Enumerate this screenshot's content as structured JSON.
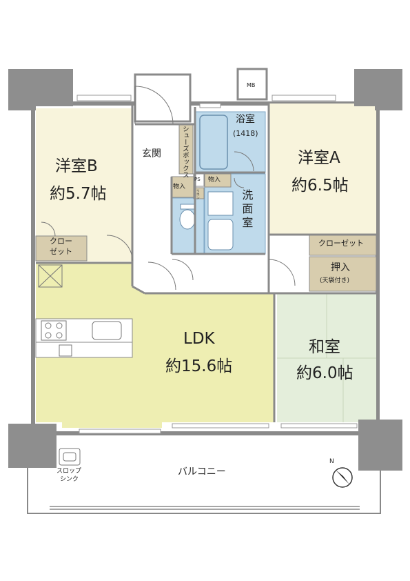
{
  "colors": {
    "western_room": "#f8f4dc",
    "ldk": "#eeeeb2",
    "japanese_room": "#e4eedb",
    "wet_area": "#bfdaeb",
    "storage": "#d8cdae",
    "wall": "#8a8a8a",
    "pillar": "#8e8e8e"
  },
  "rooms": {
    "western_b": {
      "name": "洋室B",
      "size": "約5.7帖"
    },
    "western_a": {
      "name": "洋室A",
      "size": "約6.5帖"
    },
    "ldk": {
      "name": "LDK",
      "size": "約15.6帖"
    },
    "japanese": {
      "name": "和室",
      "size": "約6.0帖"
    },
    "entrance": {
      "name": "玄関"
    },
    "bath": {
      "name": "浴室",
      "spec": "(1418)"
    },
    "washroom": {
      "name": "洗面室"
    },
    "balcony": {
      "name": "バルコニー"
    }
  },
  "storage": {
    "closet_b_line1": "クロー",
    "closet_b_line2": "ゼット",
    "closet_a": "クローゼット",
    "oshiire_line1": "押入",
    "oshiire_line2": "(天袋付き)",
    "shoe_box": "シューズボックス",
    "monoire_1": "物入",
    "monoire_2": "物入",
    "ps": "PS",
    "linen": "リネン",
    "mb": "MB"
  },
  "fixtures": {
    "slop_sink_line1": "スロップ",
    "slop_sink_line2": "シンク"
  },
  "compass": {
    "label": "N"
  }
}
